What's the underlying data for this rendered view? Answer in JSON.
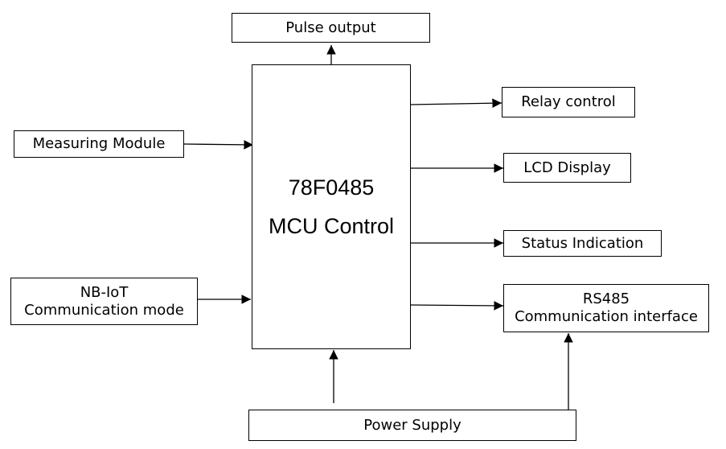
{
  "mcu": {
    "line1": "78F0485",
    "line2": "MCU Control"
  },
  "blocks": {
    "pulse_output": "Pulse output",
    "measuring_module": "Measuring Module",
    "nbiot_line1": "NB-IoT",
    "nbiot_line2": "Communication mode",
    "relay_control": "Relay control",
    "lcd_display": "LCD Display",
    "status_indication": "Status Indication",
    "rs485_line1": "RS485",
    "rs485_line2": "Communication interface",
    "power_supply": "Power Supply"
  },
  "colors": {
    "line": "#000000",
    "background": "#ffffff"
  }
}
